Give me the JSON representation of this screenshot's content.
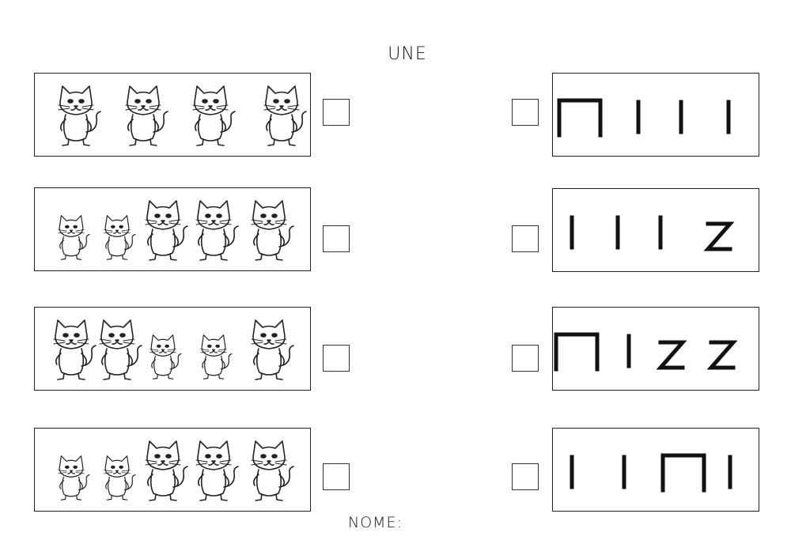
{
  "worksheet": {
    "title": "UNE",
    "footer": "NOME:"
  },
  "rows": [
    {
      "cats": [
        "big",
        "big",
        "big",
        "big"
      ],
      "symbols": [
        "gate",
        "bar",
        "bar",
        "bar"
      ]
    },
    {
      "cats": [
        "small",
        "small",
        "big",
        "big",
        "big"
      ],
      "symbols": [
        "bar",
        "bar",
        "bar",
        "z"
      ]
    },
    {
      "cats": [
        "big",
        "big",
        "small",
        "small",
        "big"
      ],
      "symbols": [
        "gate",
        "bar",
        "z",
        "z"
      ]
    },
    {
      "cats": [
        "small",
        "small",
        "big",
        "big",
        "big"
      ],
      "symbols": [
        "bar",
        "bar",
        "gate",
        "bar"
      ]
    }
  ]
}
